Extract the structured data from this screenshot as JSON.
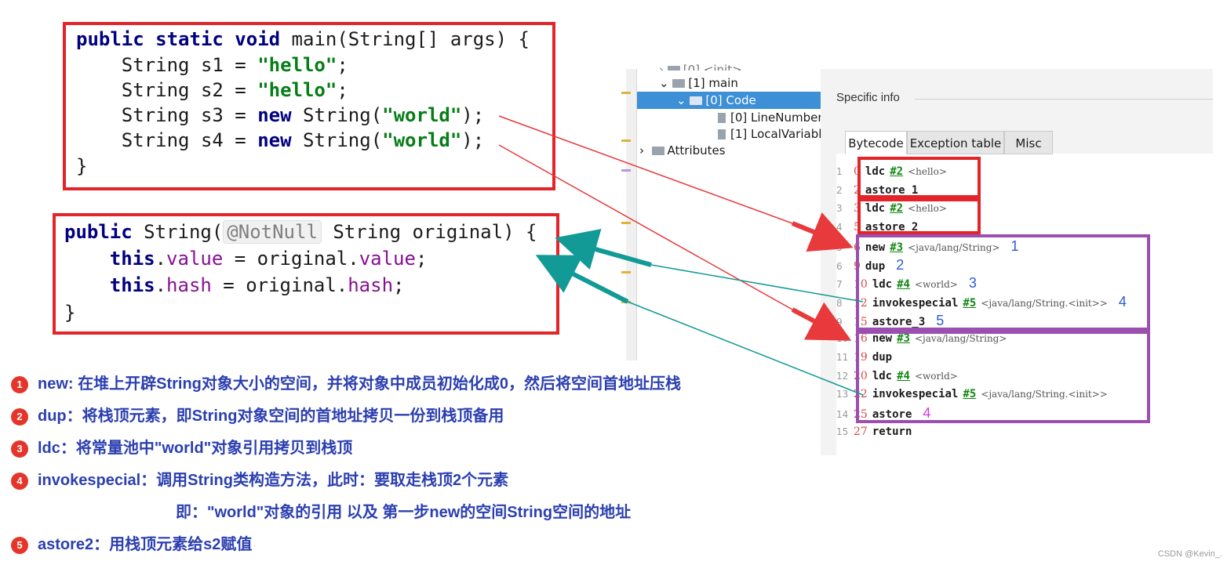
{
  "code_main": {
    "line1": {
      "kw": "public static void",
      "rest": " main(String[] args) {"
    },
    "line2": {
      "pre": "    String s1 = ",
      "str": "\"hello\"",
      "post": ";"
    },
    "line3": {
      "pre": "    String s2 = ",
      "str": "\"hello\"",
      "post": ";"
    },
    "line4": {
      "pre": "    String s3 = ",
      "kw": "new",
      "mid": " String(",
      "str": "\"world\"",
      "post": ");"
    },
    "line5": {
      "pre": "    String s4 = ",
      "kw": "new",
      "mid": " String(",
      "str": "\"world\"",
      "post": ");"
    },
    "line6": "}"
  },
  "code_ctor": {
    "line1": {
      "kw": "public",
      "mid": " String(",
      "anno": "@NotNull",
      "post": " String original) {"
    },
    "line2": {
      "kw": "this",
      "dot1": ".",
      "fld1": "value",
      "mid": " = original.",
      "fld2": "value",
      "post": ";"
    },
    "line3": {
      "kw": "this",
      "dot1": ".",
      "fld1": "hash",
      "mid": " = original.",
      "fld2": "hash",
      "post": ";"
    },
    "line4": "}"
  },
  "tree": {
    "top_partial": "[0] <init>",
    "main": "[1] main",
    "code": "[0] Code",
    "line_number": "[0] LineNumber",
    "local_var": "[1] LocalVariabl",
    "attributes": "Attributes"
  },
  "panel": {
    "specific_info": "Specific info",
    "tabs": [
      "Bytecode",
      "Exception table",
      "Misc"
    ]
  },
  "bytecode": [
    {
      "ln": "1",
      "off": "0",
      "op": "ldc",
      "ref": "#2",
      "cmt": "<hello>",
      "num": ""
    },
    {
      "ln": "2",
      "off": "2",
      "op": "astore_1",
      "ref": "",
      "cmt": "",
      "num": ""
    },
    {
      "ln": "3",
      "off": "3",
      "op": "ldc",
      "ref": "#2",
      "cmt": "<hello>",
      "num": ""
    },
    {
      "ln": "4",
      "off": "5",
      "op": "astore_2",
      "ref": "",
      "cmt": "",
      "num": ""
    },
    {
      "ln": "5",
      "off": "6",
      "op": "new",
      "ref": "#3",
      "cmt": "<java/lang/String>",
      "num": "1"
    },
    {
      "ln": "6",
      "off": "9",
      "op": "dup",
      "ref": "",
      "cmt": "",
      "num": "2"
    },
    {
      "ln": "7",
      "off": "10",
      "op": "ldc",
      "ref": "#4",
      "cmt": "<world>",
      "num": "3"
    },
    {
      "ln": "8",
      "off": "12",
      "op": "invokespecial",
      "ref": "#5",
      "cmt": "<java/lang/String.<init>>",
      "num": "4"
    },
    {
      "ln": "9",
      "off": "15",
      "op": "astore_3",
      "ref": "",
      "cmt": "",
      "num": "5"
    },
    {
      "ln": "10",
      "off": "16",
      "op": "new",
      "ref": "#3",
      "cmt": "<java/lang/String>",
      "num": ""
    },
    {
      "ln": "11",
      "off": "19",
      "op": "dup",
      "ref": "",
      "cmt": "",
      "num": ""
    },
    {
      "ln": "12",
      "off": "20",
      "op": "ldc",
      "ref": "#4",
      "cmt": "<world>",
      "num": ""
    },
    {
      "ln": "13",
      "off": "22",
      "op": "invokespecial",
      "ref": "#5",
      "cmt": "<java/lang/String.<init>>",
      "num": ""
    },
    {
      "ln": "14",
      "off": "25",
      "op": "astore",
      "ref": "",
      "cmt": "",
      "num": "4"
    },
    {
      "ln": "15",
      "off": "27",
      "op": "return",
      "ref": "",
      "cmt": "",
      "num": ""
    }
  ],
  "notes": [
    {
      "badge": "1",
      "text": "new: 在堆上开辟String对象大小的空间，并将对象中成员初始化成0，然后将空间首地址压栈"
    },
    {
      "badge": "2",
      "text": "dup：将栈顶元素，即String对象空间的首地址拷贝一份到栈顶备用"
    },
    {
      "badge": "3",
      "text": "ldc：将常量池中\"world\"对象引用拷贝到栈顶"
    },
    {
      "badge": "4",
      "text": "invokespecial：调用String类构造方法，此时：要取走栈顶2个元素"
    },
    {
      "badge": "",
      "text": "即：\"world\"对象的引用 以及 第一步new的空间String空间的地址"
    },
    {
      "badge": "5",
      "text": "astore2：用栈顶元素给s2赋值"
    }
  ],
  "watermark": "CSDN @Kevin_.",
  "colors": {
    "red_box": "#e3242b",
    "purple_box": "#9b4fb0",
    "red_arrow": "#e8393d",
    "teal_arrow": "#119a96",
    "note_blue": "#2b3fb0"
  }
}
